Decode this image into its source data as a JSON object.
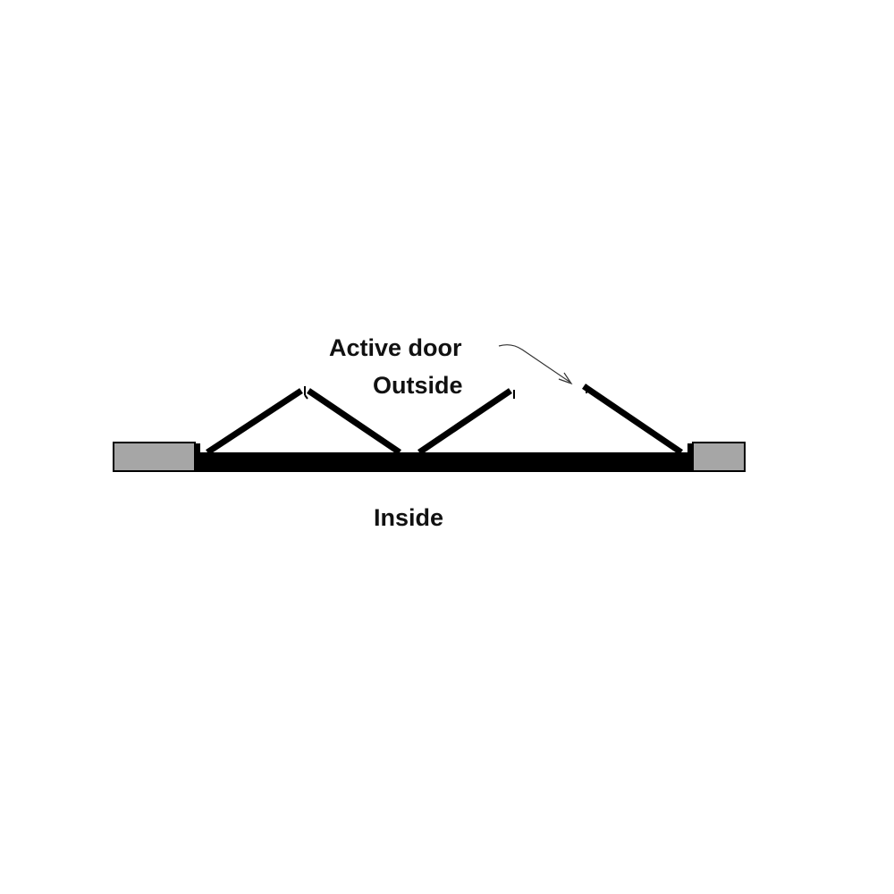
{
  "diagram": {
    "labels": {
      "active_door": "Active door",
      "outside": "Outside",
      "inside": "Inside"
    },
    "colors": {
      "wall_fill": "#a6a6a6",
      "stroke": "#000000",
      "background": "#ffffff"
    }
  }
}
